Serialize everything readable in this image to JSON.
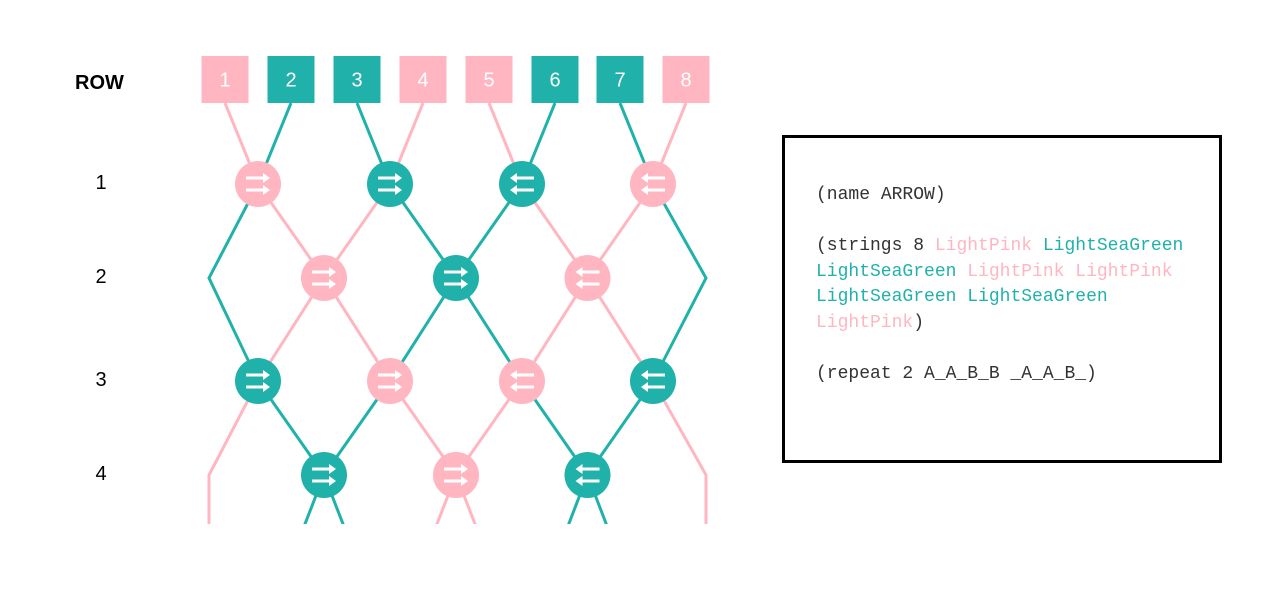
{
  "header": {
    "row_label": "ROW"
  },
  "colors": {
    "LightPink": "#ffb6c1",
    "LightSeaGreen": "#20b2aa",
    "arrow": "#ffffff"
  },
  "strings": [
    {
      "label": "1",
      "color": "LightPink"
    },
    {
      "label": "2",
      "color": "LightSeaGreen"
    },
    {
      "label": "3",
      "color": "LightSeaGreen"
    },
    {
      "label": "4",
      "color": "LightPink"
    },
    {
      "label": "5",
      "color": "LightPink"
    },
    {
      "label": "6",
      "color": "LightSeaGreen"
    },
    {
      "label": "7",
      "color": "LightSeaGreen"
    },
    {
      "label": "8",
      "color": "LightPink"
    }
  ],
  "rows": [
    {
      "label": "1",
      "knots": [
        {
          "color": "LightPink",
          "arrows": "right"
        },
        {
          "color": "LightSeaGreen",
          "arrows": "right"
        },
        {
          "color": "LightSeaGreen",
          "arrows": "left"
        },
        {
          "color": "LightPink",
          "arrows": "left"
        }
      ]
    },
    {
      "label": "2",
      "knots": [
        {
          "color": "LightPink",
          "arrows": "right"
        },
        {
          "color": "LightSeaGreen",
          "arrows": "right"
        },
        {
          "color": "LightPink",
          "arrows": "left"
        }
      ]
    },
    {
      "label": "3",
      "knots": [
        {
          "color": "LightSeaGreen",
          "arrows": "right"
        },
        {
          "color": "LightPink",
          "arrows": "right"
        },
        {
          "color": "LightPink",
          "arrows": "left"
        },
        {
          "color": "LightSeaGreen",
          "arrows": "left"
        }
      ]
    },
    {
      "label": "4",
      "knots": [
        {
          "color": "LightSeaGreen",
          "arrows": "right"
        },
        {
          "color": "LightPink",
          "arrows": "right"
        },
        {
          "color": "LightSeaGreen",
          "arrows": "left"
        }
      ]
    }
  ],
  "pattern": {
    "name_prefix": "(name ",
    "name": "ARROW",
    "name_suffix": ")",
    "strings_prefix": "(strings 8",
    "strings_list": [
      "LightPink",
      "LightSeaGreen",
      "LightSeaGreen",
      "LightPink",
      "LightPink",
      "LightSeaGreen",
      "LightSeaGreen",
      "LightPink"
    ],
    "strings_suffix": ")",
    "repeat": "(repeat 2 A_A_B_B _A_A_B_)"
  }
}
